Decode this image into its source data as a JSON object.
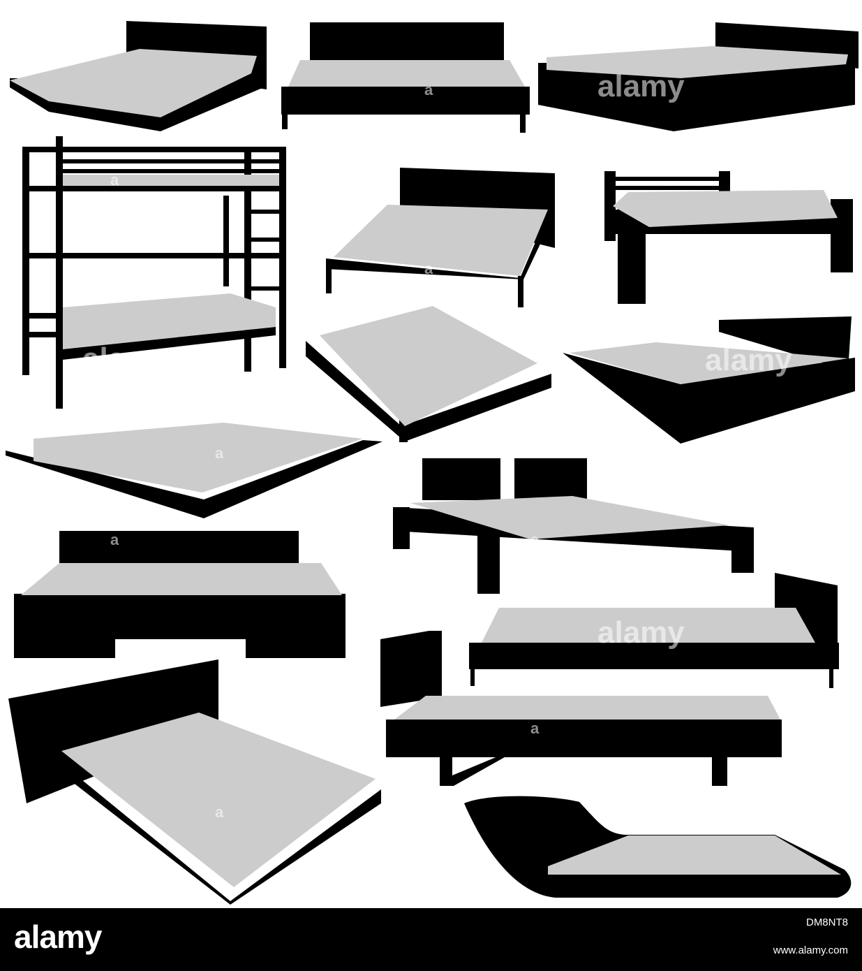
{
  "watermark": {
    "text": "alamy",
    "short": "a"
  },
  "footer": {
    "brand": "alamy",
    "image_id": "DM8NT8",
    "site": "www.alamy.com"
  },
  "colors": {
    "silhouette": "#000000",
    "mattress": "#cccccc",
    "background": "#ffffff",
    "footer_bg": "#000000"
  }
}
